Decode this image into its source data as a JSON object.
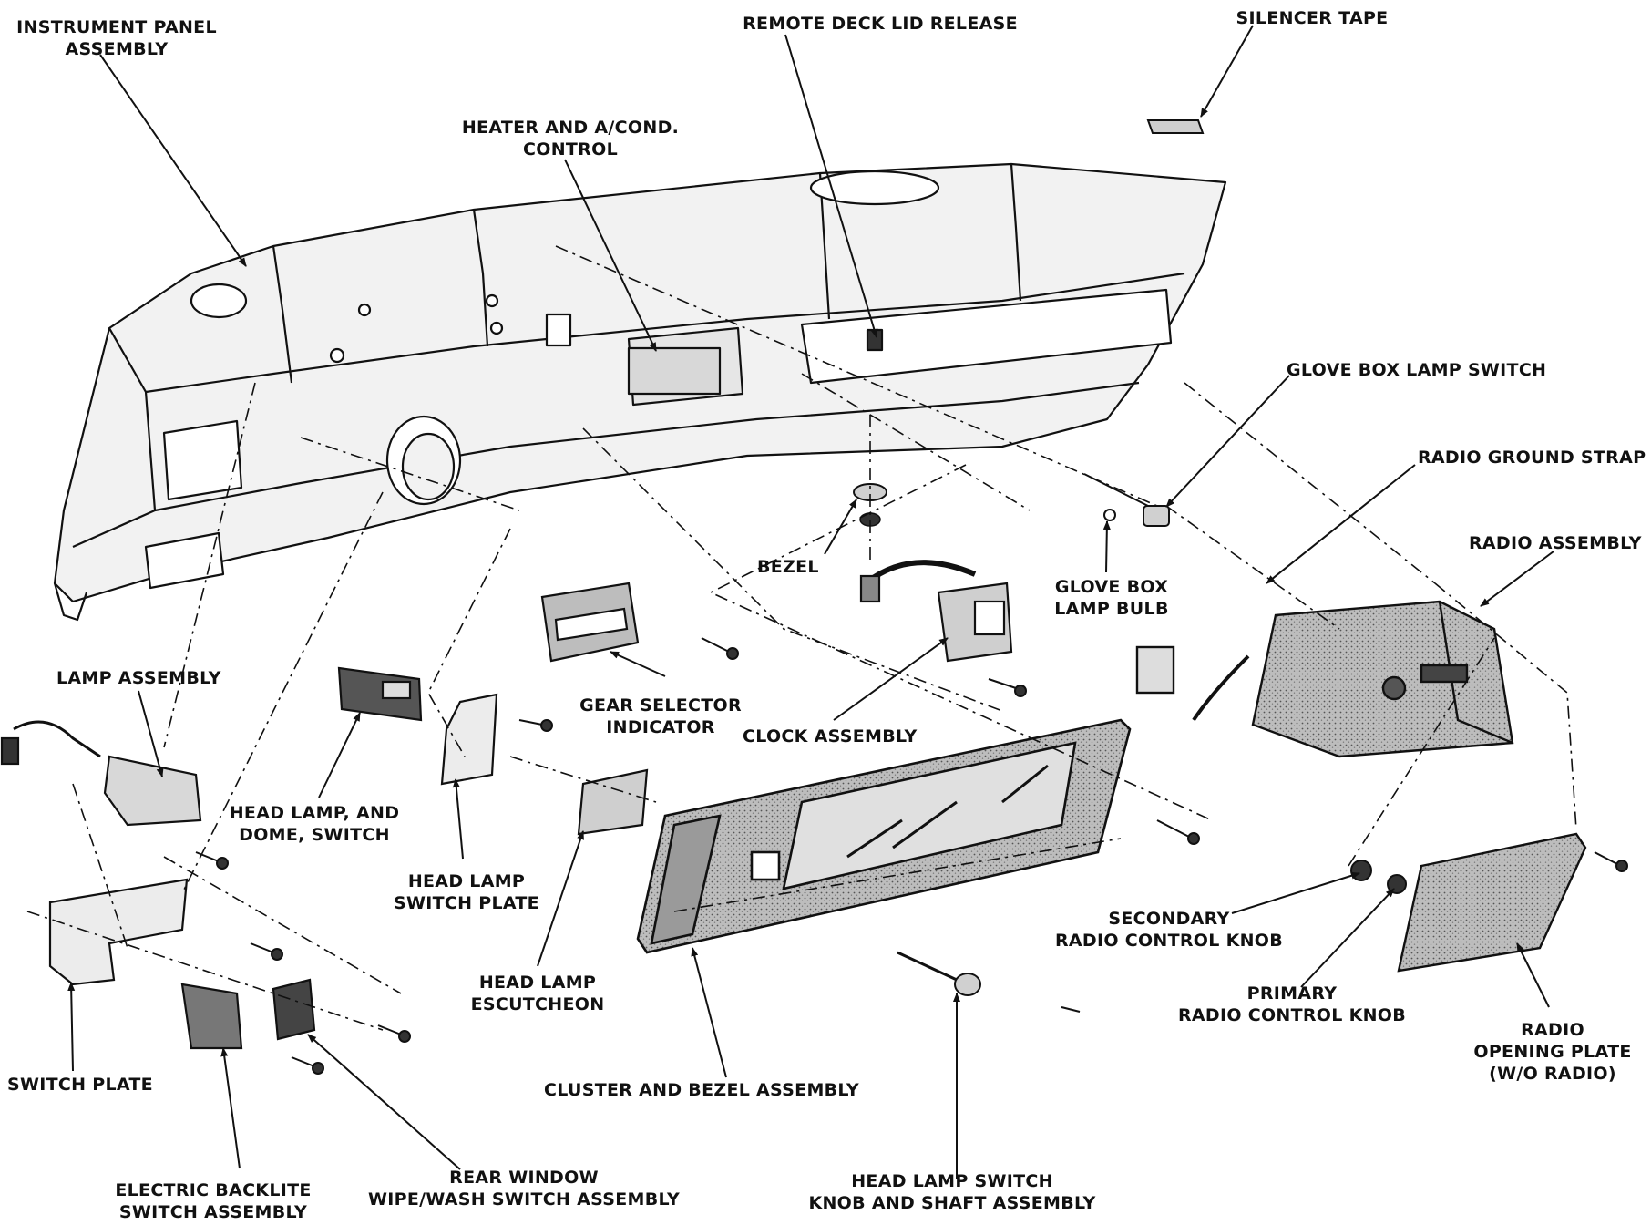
{
  "labels": {
    "instrument_panel_assembly": [
      "INSTRUMENT PANEL",
      "ASSEMBLY"
    ],
    "remote_deck_lid_release": [
      "REMOTE DECK LID RELEASE"
    ],
    "silencer_tape": [
      "SILENCER TAPE"
    ],
    "heater_ac_control": [
      "HEATER AND A/COND.",
      "CONTROL"
    ],
    "glove_box_lamp_switch": [
      "GLOVE BOX LAMP SWITCH"
    ],
    "radio_ground_strap": [
      "RADIO GROUND STRAP"
    ],
    "radio_assembly": [
      "RADIO ASSEMBLY"
    ],
    "bezel": [
      "BEZEL"
    ],
    "glove_box_lamp_bulb": [
      "GLOVE BOX",
      "LAMP BULB"
    ],
    "lamp_assembly": [
      "LAMP ASSEMBLY"
    ],
    "gear_selector_indicator": [
      "GEAR SELECTOR",
      "INDICATOR"
    ],
    "clock_assembly": [
      "CLOCK ASSEMBLY"
    ],
    "head_lamp_dome_switch": [
      "HEAD LAMP, AND",
      "DOME, SWITCH"
    ],
    "head_lamp_switch_plate": [
      "HEAD LAMP",
      "SWITCH PLATE"
    ],
    "head_lamp_escutcheon": [
      "HEAD LAMP",
      "ESCUTCHEON"
    ],
    "secondary_radio_control_knob": [
      "SECONDARY",
      "RADIO CONTROL KNOB"
    ],
    "primary_radio_control_knob": [
      "PRIMARY",
      "RADIO CONTROL KNOB"
    ],
    "radio_opening_plate": [
      "RADIO",
      "OPENING PLATE",
      "(W/O RADIO)"
    ],
    "switch_plate": [
      "SWITCH PLATE"
    ],
    "cluster_and_bezel_assembly": [
      "CLUSTER AND BEZEL ASSEMBLY"
    ],
    "electric_backlite_switch_assembly": [
      "ELECTRIC BACKLITE",
      "SWITCH ASSEMBLY"
    ],
    "rear_window_wipe_wash_switch_assembly": [
      "REAR WINDOW",
      "WIPE/WASH SWITCH ASSEMBLY"
    ],
    "head_lamp_switch_knob_shaft_assembly": [
      "HEAD LAMP SWITCH",
      "KNOB AND SHAFT ASSEMBLY"
    ]
  },
  "colors": {
    "ink": "#111111",
    "paper": "#ffffff",
    "shade": "#cfcfcf"
  }
}
